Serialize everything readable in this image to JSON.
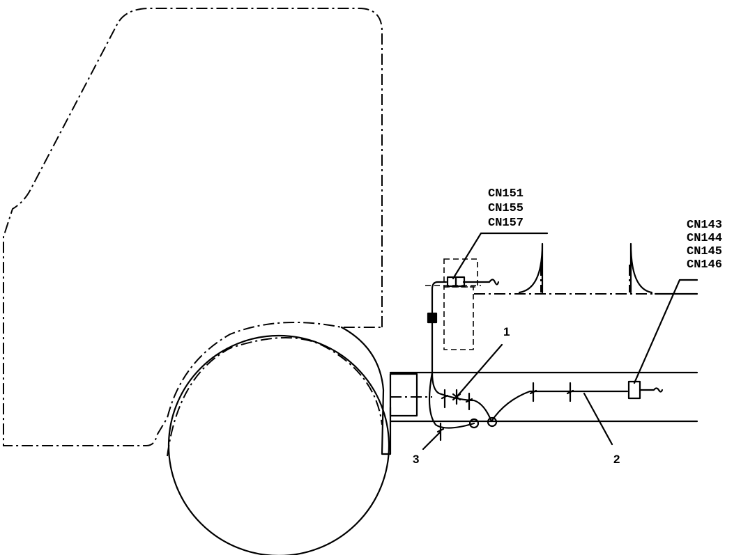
{
  "connector_groups": [
    {
      "labels": [
        "CN151",
        "CN155",
        "CN157"
      ]
    },
    {
      "labels": [
        "CN143",
        "CN144",
        "CN145",
        "CN146"
      ]
    }
  ],
  "callouts": [
    "1",
    "2",
    "3"
  ]
}
